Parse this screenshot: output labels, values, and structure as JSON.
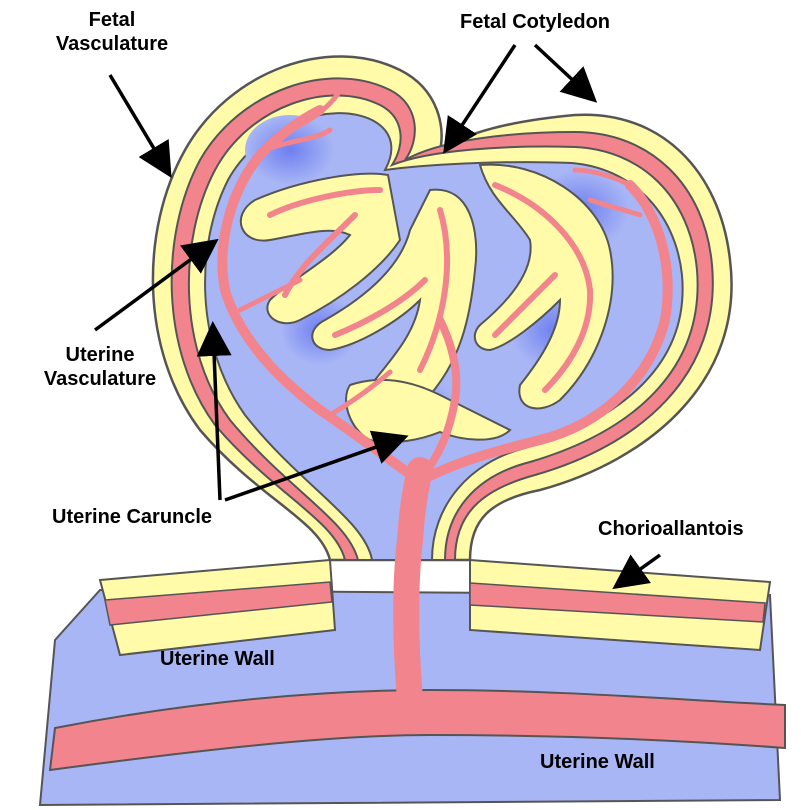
{
  "labels": {
    "fetal_vasculature": [
      "Fetal",
      "Vasculature"
    ],
    "fetal_cotyledon": "Fetal Cotyledon",
    "uterine_vasculature": [
      "Uterine",
      "Vasculature"
    ],
    "uterine_caruncle": "Uterine Caruncle",
    "chorioallantois": "Chorioallantois",
    "uterine_wall_upper": "Uterine Wall",
    "uterine_wall_lower": "Uterine Wall"
  },
  "colors": {
    "chorion_yellow": "#FFFBA8",
    "vessel_red": "#F2848E",
    "caruncle_blue": "#A9B6F5",
    "blue_dark": "#6E7FF0",
    "outline": "#555555",
    "arrow": "#000000"
  }
}
